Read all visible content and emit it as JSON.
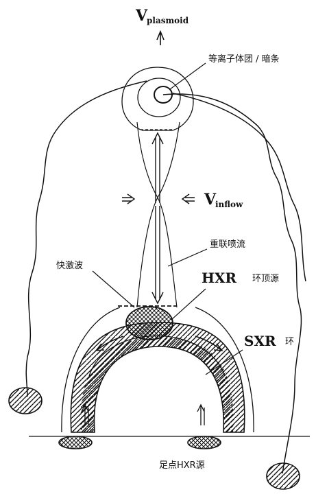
{
  "labels": {
    "v_symbol": "V",
    "plasmoid_subscript": "plasmoid",
    "inflow_subscript": "inflow",
    "plasmoid_dark_strip": "等离子体团 / 暗条",
    "reconnection_jet": "重联喷流",
    "fast_shock": "快激波",
    "hxr": "HXR",
    "loop_top_source": "环顶源",
    "sxr": "SXR",
    "loop": "环",
    "footpoint_hxr_source": "足点HXR源"
  },
  "colors": {
    "ink": "#111111",
    "background": "#ffffff"
  },
  "icons": [
    "arrow-up-icon",
    "arrow-right-icon",
    "arrow-left-icon",
    "arrow-down-icon"
  ]
}
